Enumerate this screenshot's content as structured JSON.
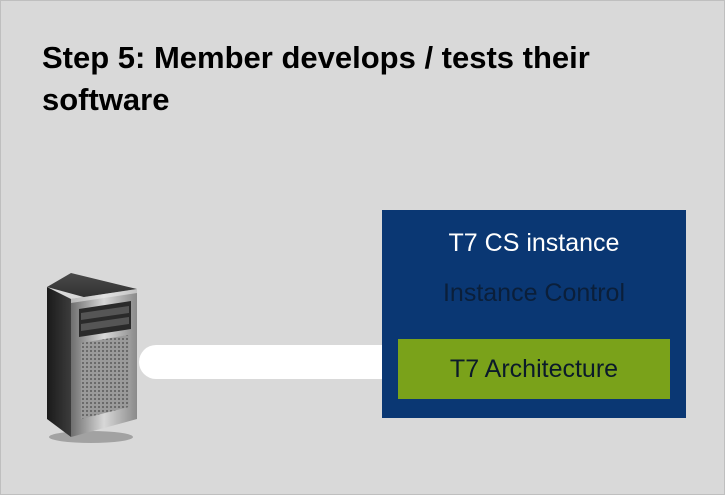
{
  "slide": {
    "title": "Step 5: Member develops / tests their software"
  },
  "instance": {
    "title": "T7 CS instance",
    "control_label": "Instance Control",
    "architecture_label": "T7 Architecture"
  },
  "colors": {
    "background": "#d9d9d9",
    "instance_box": "#0a3773",
    "architecture_box": "#7aa21a"
  },
  "icons": {
    "server": "server-tower-icon"
  }
}
